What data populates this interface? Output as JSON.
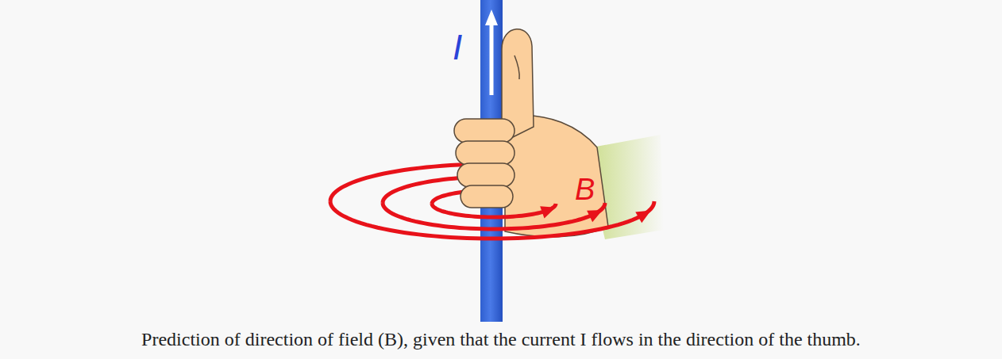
{
  "diagram": {
    "caption": "Prediction of direction of field (B), given that the current I flows in the direction of the thumb.",
    "labels": [
      "I",
      "B"
    ]
  }
}
